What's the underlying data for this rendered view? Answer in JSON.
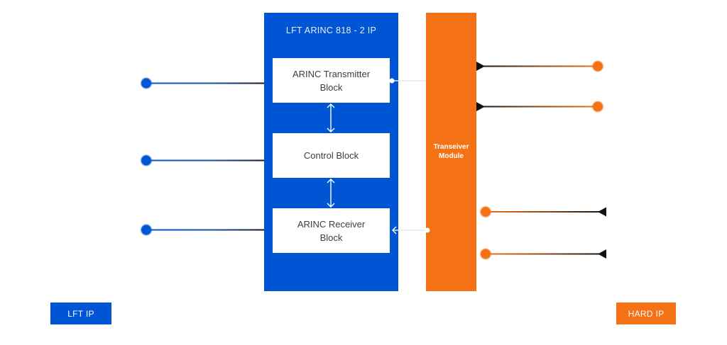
{
  "diagram": {
    "lft_panel": {
      "title": "LFT ARINC 818 - 2 IP",
      "color": "#0055d4",
      "blocks": [
        {
          "id": "transmitter",
          "label": "ARINC Transmitter\nBlock"
        },
        {
          "id": "control",
          "label": "Control Block"
        },
        {
          "id": "receiver",
          "label": "ARINC Receiver\nBlock"
        }
      ]
    },
    "hard_panel": {
      "title": "Transeiver\nModule",
      "color": "#f47116"
    },
    "legend": {
      "lft_ip": "LFT IP",
      "hard_ip": "HARD IP"
    },
    "connections": {
      "left_inputs": [
        "transmitter",
        "control",
        "receiver"
      ],
      "right_outputs": 2,
      "right_inputs": 2,
      "internal": [
        {
          "from": "transmitter",
          "to": "control",
          "type": "bidirectional"
        },
        {
          "from": "control",
          "to": "receiver",
          "type": "bidirectional"
        },
        {
          "from": "transmitter",
          "to": "transceiver",
          "type": "link"
        },
        {
          "from": "transceiver",
          "to": "receiver",
          "type": "arrow"
        }
      ]
    }
  }
}
